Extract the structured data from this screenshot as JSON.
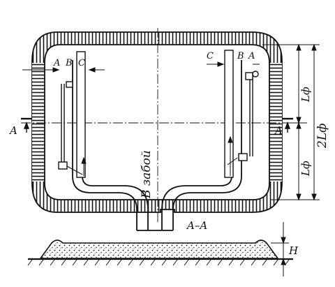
{
  "labels": {
    "a_left_top": "A",
    "b_left_top": "B",
    "c_left_top": "C",
    "c_right_top": "C",
    "b_right_top": "B",
    "a_right_top": "A",
    "section_left": "A",
    "section_right": "A",
    "to_face": "В забой",
    "section_title": "A–A",
    "dim_lf_top": "Lф",
    "dim_2lf": "2Lф",
    "dim_lf_bottom": "Lф",
    "dim_h": "H"
  },
  "colors": {
    "ink": "#111111",
    "paper": "#ffffff"
  }
}
